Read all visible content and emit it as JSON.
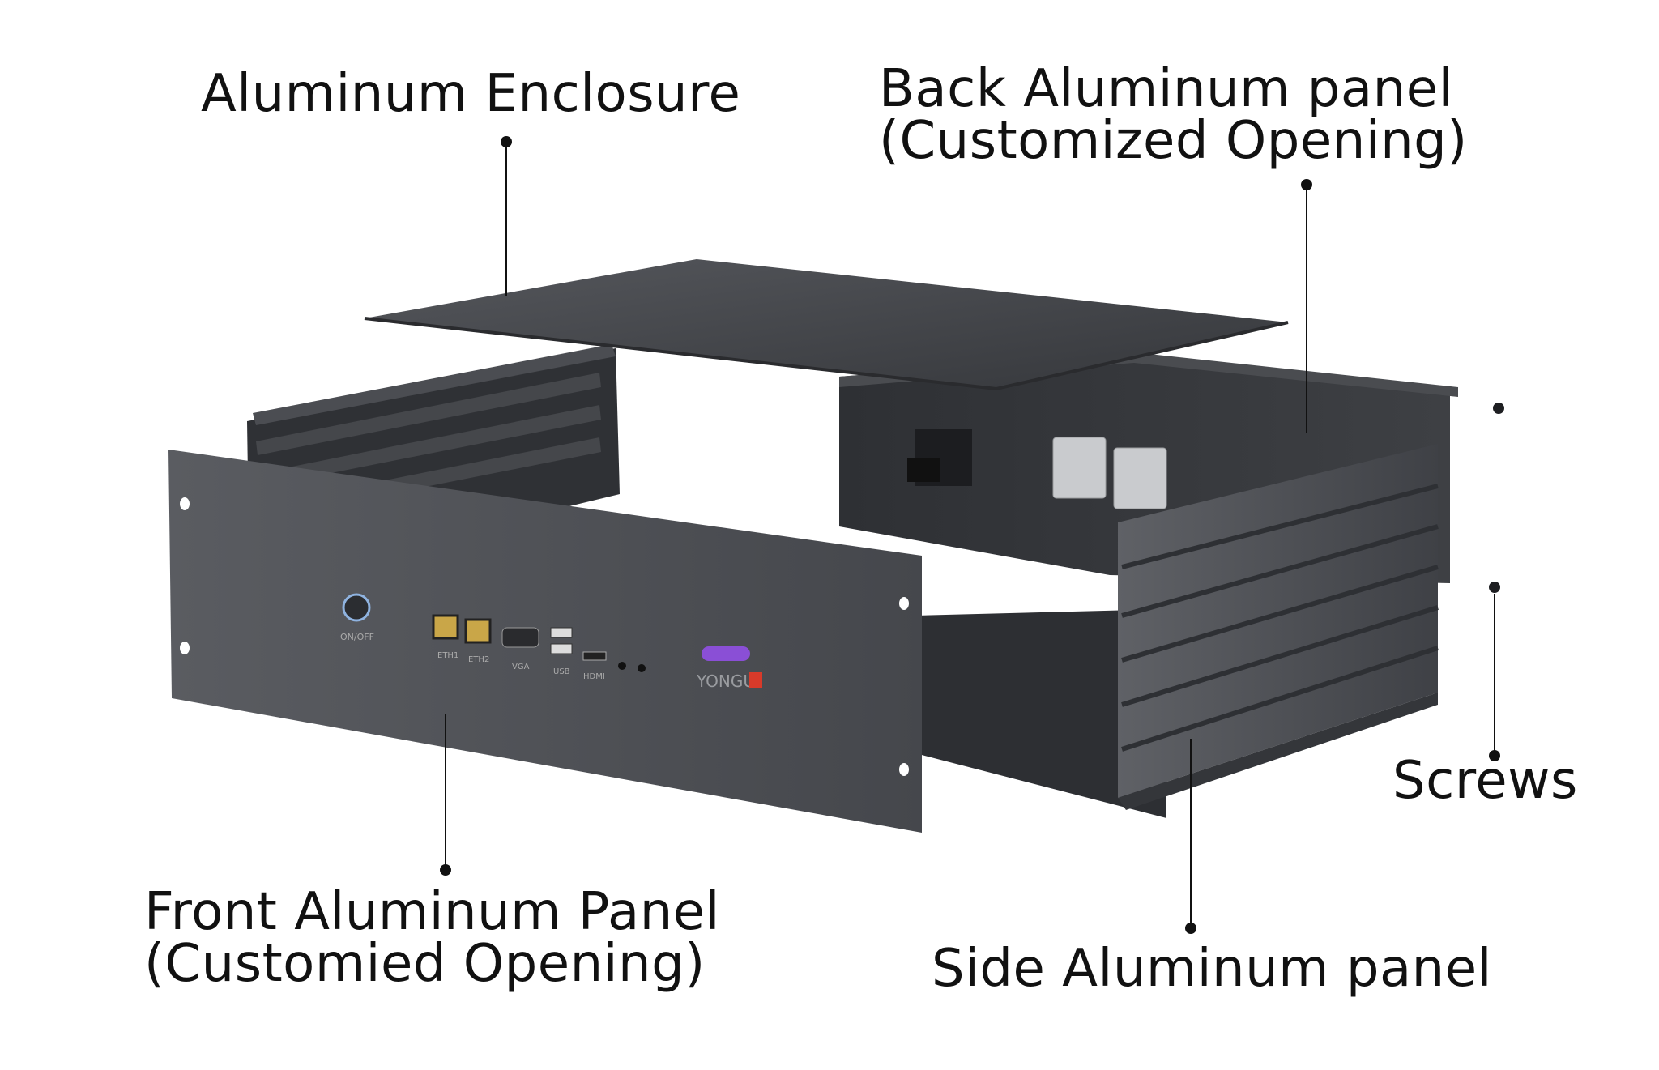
{
  "labels": {
    "aluminum_enclosure": "Aluminum Enclosure",
    "back_panel_line1": "Back Aluminum panel",
    "back_panel_line2": "(Customized Opening)",
    "front_panel_line1": "Front Aluminum Panel",
    "front_panel_line2": "(Customied Opening)",
    "screws": "Screws",
    "side_panel": "Side Aluminum panel"
  },
  "front_panel_markings": {
    "power": "ON/OFF",
    "eth1": "ETH1",
    "eth2": "ETH2",
    "vga": "VGA",
    "usb": "USB",
    "hdmi": "HDMI",
    "brand": "YONGU"
  },
  "colors": {
    "panel_dark": "#3a3c40",
    "panel_mid": "#4a4c51",
    "panel_light": "#5c5e63",
    "text": "#111111",
    "accent_purple": "#8a4fd6",
    "brand_red": "#d83a2a"
  }
}
